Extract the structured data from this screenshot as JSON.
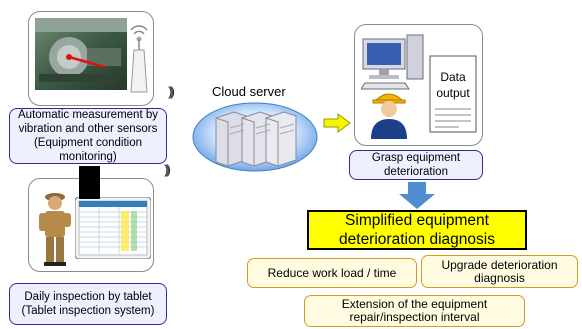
{
  "sensor": {
    "caption": "Automatic measurement by\nvibration and other sensors\n(Equipment condition\nmonitoring)"
  },
  "tablet": {
    "caption": "Daily inspection by tablet\n(Tablet inspection system)"
  },
  "cloud": {
    "label": "Cloud server"
  },
  "monitor": {
    "data_output_label": "Data\noutput",
    "caption": "Grasp equipment\ndeterioration"
  },
  "diagnosis": {
    "headline": "Simplified equipment\ndeterioration diagnosis",
    "benefits": [
      "Reduce work load / time",
      "Upgrade deterioration\ndiagnosis",
      "Extension of the equipment\nrepair/inspection interval"
    ]
  },
  "colors": {
    "caption_border": "#2a2f8f",
    "caption_fill": "#eef0ff",
    "headline_fill": "#ffff00",
    "benefit_border": "#d89a1c",
    "arrow_blue": "#4f8ed0",
    "arrow_yellow": "#f5f500"
  },
  "icons": [
    "signal-waves-icon",
    "cloud-icon",
    "server-icon",
    "computer-icon",
    "worker-icon",
    "document-icon",
    "tablet-icon",
    "inspector-icon",
    "arrow-right-icon",
    "arrow-down-icon"
  ]
}
